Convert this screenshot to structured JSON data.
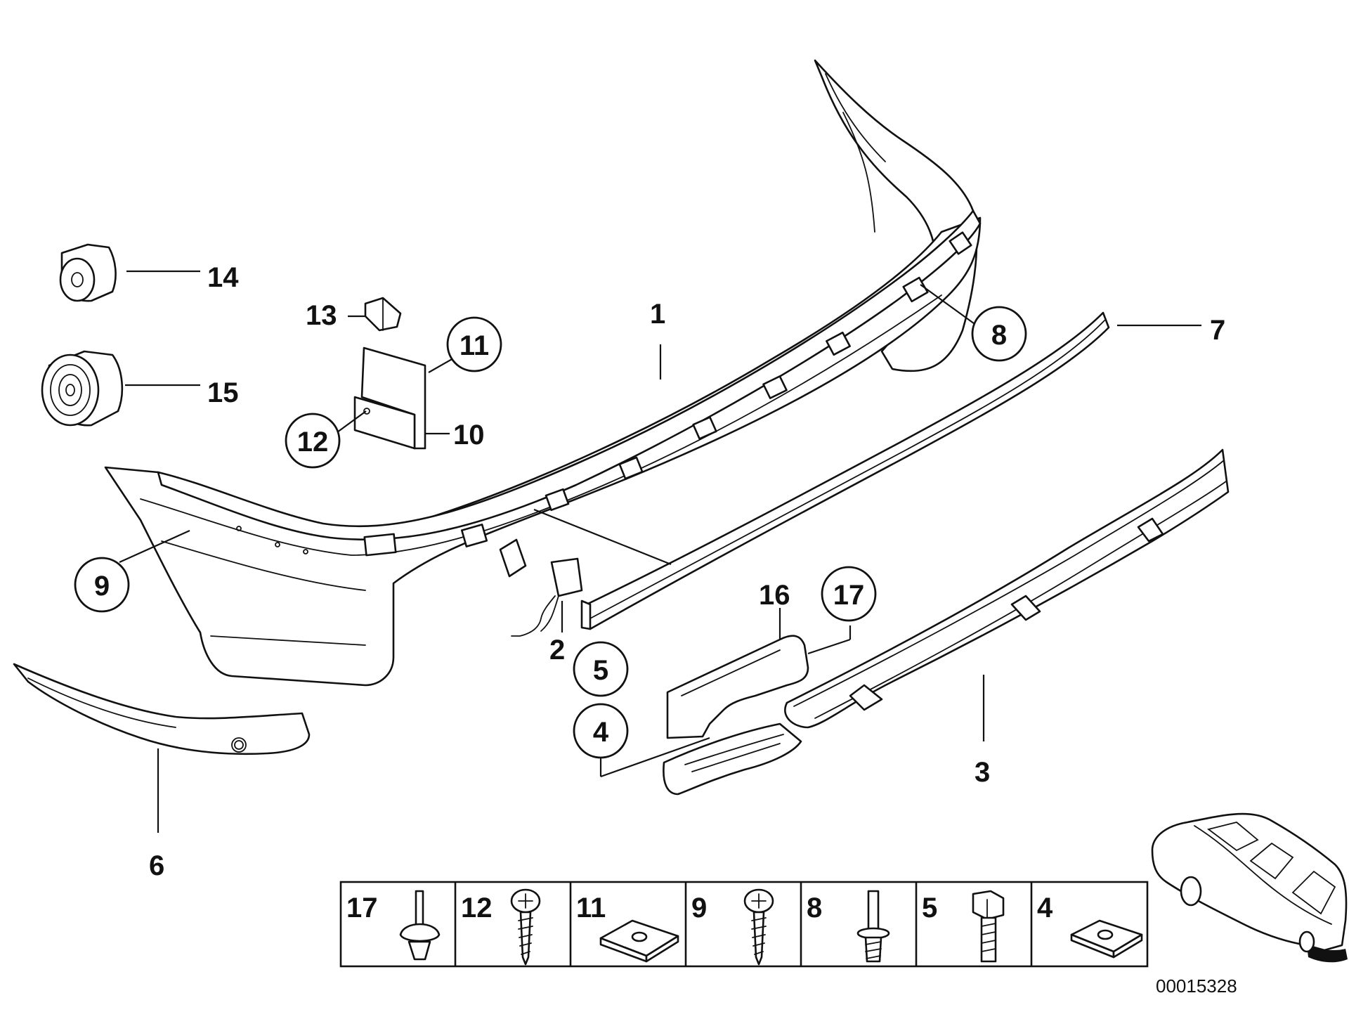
{
  "diagram": {
    "reference_number": "00015328",
    "callouts": [
      {
        "id": "c1",
        "label": "1",
        "circled": false
      },
      {
        "id": "c2",
        "label": "2",
        "circled": false
      },
      {
        "id": "c3",
        "label": "3",
        "circled": false
      },
      {
        "id": "c4",
        "label": "4",
        "circled": true
      },
      {
        "id": "c5",
        "label": "5",
        "circled": true
      },
      {
        "id": "c6",
        "label": "6",
        "circled": false
      },
      {
        "id": "c7",
        "label": "7",
        "circled": false
      },
      {
        "id": "c8",
        "label": "8",
        "circled": true
      },
      {
        "id": "c9",
        "label": "9",
        "circled": true
      },
      {
        "id": "c10",
        "label": "10",
        "circled": false
      },
      {
        "id": "c11",
        "label": "11",
        "circled": true
      },
      {
        "id": "c12",
        "label": "12",
        "circled": true
      },
      {
        "id": "c13",
        "label": "13",
        "circled": false
      },
      {
        "id": "c14",
        "label": "14",
        "circled": false
      },
      {
        "id": "c15",
        "label": "15",
        "circled": false
      },
      {
        "id": "c16",
        "label": "16",
        "circled": false
      },
      {
        "id": "c17",
        "label": "17",
        "circled": true
      }
    ],
    "fastener_table": [
      {
        "label": "17",
        "icon": "expanding-rivet-icon"
      },
      {
        "label": "12",
        "icon": "tapping-screw-icon"
      },
      {
        "label": "11",
        "icon": "clip-nut-icon"
      },
      {
        "label": "9",
        "icon": "tapping-screw-icon"
      },
      {
        "label": "8",
        "icon": "stud-bolt-icon"
      },
      {
        "label": "5",
        "icon": "hex-bolt-icon"
      },
      {
        "label": "4",
        "icon": "clip-nut-icon"
      }
    ]
  }
}
